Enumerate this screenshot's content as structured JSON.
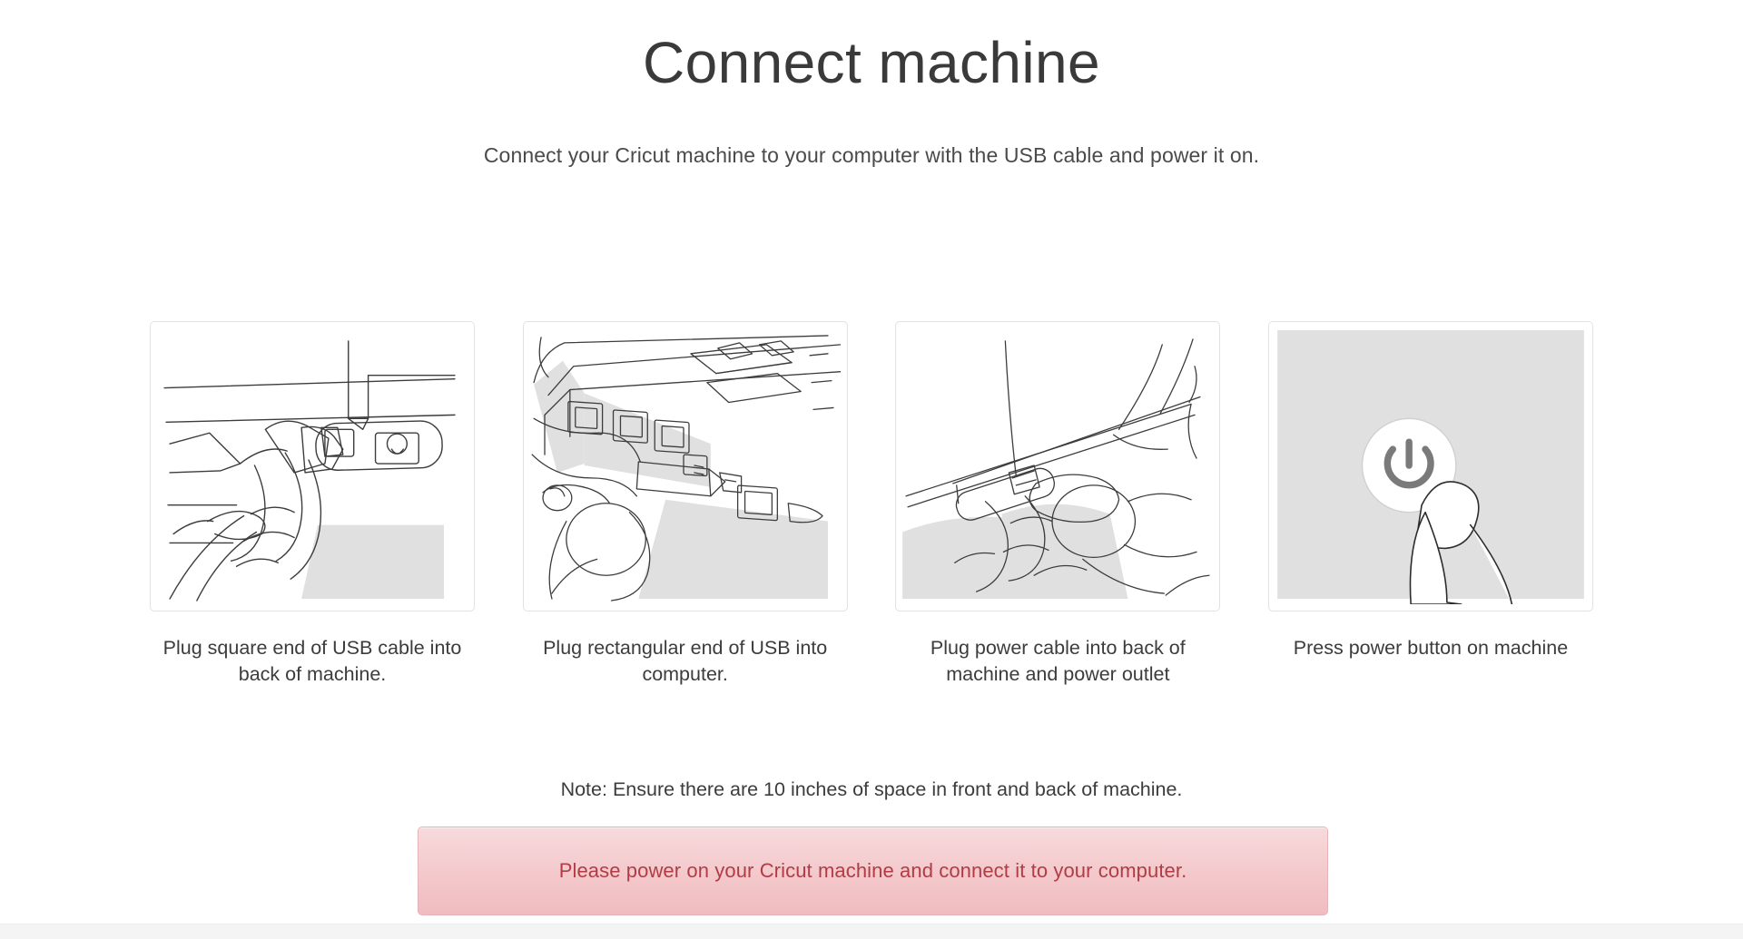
{
  "header": {
    "title": "Connect machine",
    "subtitle": "Connect your Cricut machine to your computer with the USB cable and power it on."
  },
  "steps": [
    {
      "caption": "Plug square end of USB cable into back of machine.",
      "illustration": "usb-square-into-machine-illustration"
    },
    {
      "caption": "Plug rectangular end of USB into computer.",
      "illustration": "usb-rectangular-into-computer-illustration"
    },
    {
      "caption": "Plug power cable into back of machine and power outlet",
      "illustration": "power-cable-into-machine-illustration"
    },
    {
      "caption": "Press power button on machine",
      "illustration": "press-power-button-illustration"
    }
  ],
  "note": "Note: Ensure there are 10 inches of space in front and back of machine.",
  "alert": {
    "message": "Please power on your Cricut machine and connect it to your computer.",
    "text_color": "#b13c46",
    "background_color": "#f4c9cc",
    "border_color": "#e4b4b6"
  },
  "colors": {
    "page_background": "#ffffff",
    "title_text": "#3a3a3a",
    "body_text": "#3c3c3c",
    "card_border": "#e2e2e2",
    "illustration_shade": "#e0e0e0",
    "footer_bar": "#f4f4f5"
  }
}
